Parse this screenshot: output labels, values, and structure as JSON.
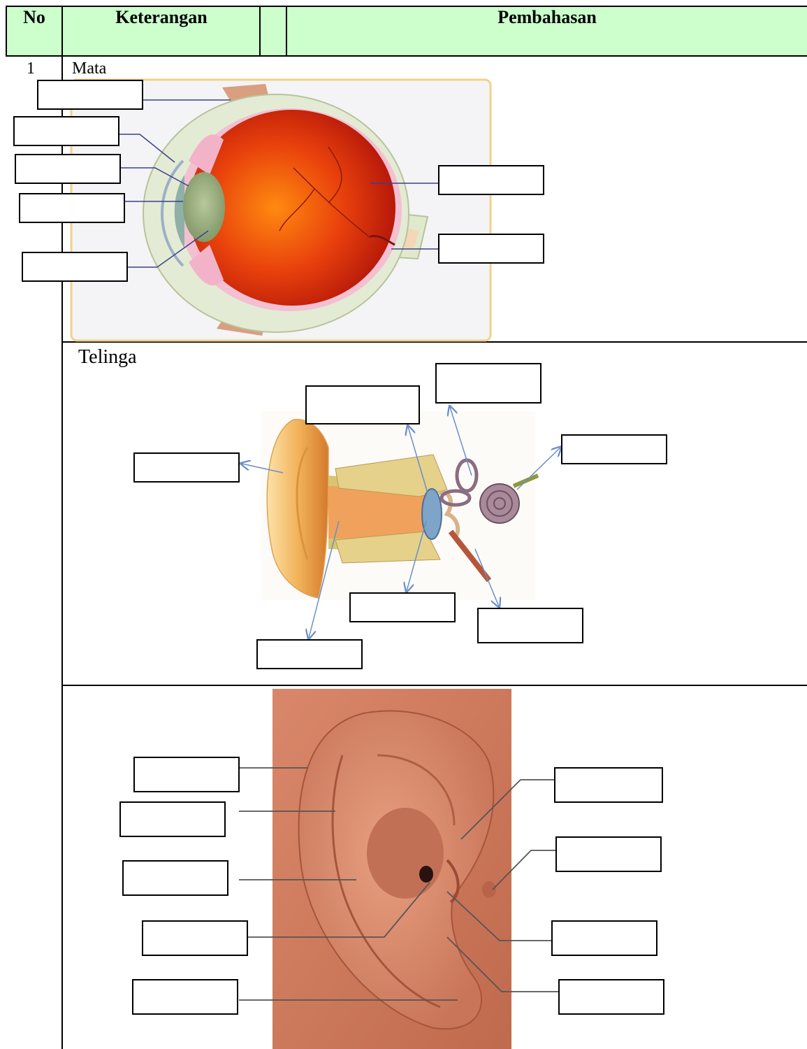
{
  "table": {
    "headers": {
      "no": "No",
      "keterangan": "Keterangan",
      "pembahasan": "Pembahasan"
    },
    "rows": [
      {
        "no": "1",
        "label": "Mata"
      },
      {
        "no": "",
        "label": "Telinga"
      },
      {
        "no": "",
        "label": ""
      }
    ]
  },
  "colors": {
    "header_bg": "#ccffcc",
    "leader_line": "#3b3f8f",
    "arrow": "#6a8fc8"
  },
  "icons": [
    "eye-diagram",
    "inner-ear-diagram",
    "outer-ear-photo"
  ]
}
